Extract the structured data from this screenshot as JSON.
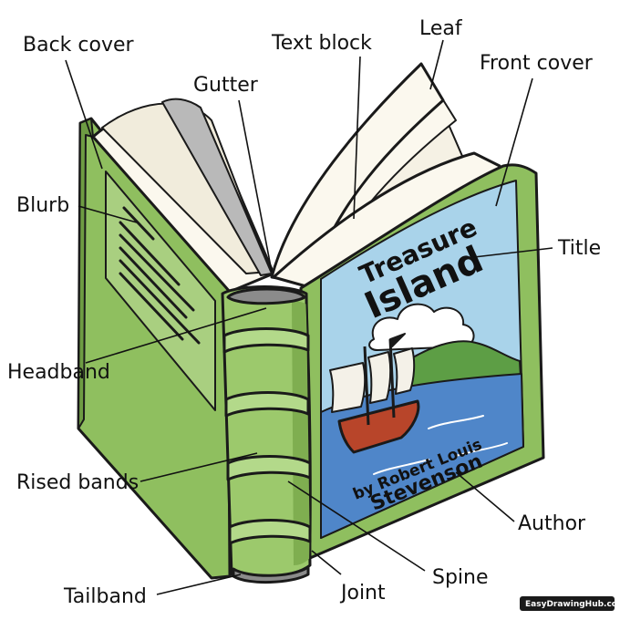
{
  "labels": {
    "back_cover": "Back cover",
    "text_block": "Text block",
    "leaf": "Leaf",
    "front_cover": "Front cover",
    "gutter": "Gutter",
    "blurb": "Blurb",
    "title": "Title",
    "headband": "Headband",
    "rised_bands": "Rised bands",
    "author": "Author",
    "spine": "Spine",
    "tailband": "Tailband",
    "joint": "Joint"
  },
  "cover": {
    "title_line1": "Treasure",
    "title_line2": "Island",
    "author_line1": "by Robert Louis",
    "author_line2": "Stevenson"
  },
  "watermark": "EasyDrawingHub.com",
  "colors": {
    "cover_green": "#8fbf5f",
    "cover_dark": "#6e9c43",
    "spine_green": "#9cc96c",
    "page_cream": "#fbf8ee",
    "sky_blue": "#a9d3ea",
    "sea_blue": "#4f86c9",
    "ship_red": "#b8452a",
    "sail_white": "#f4f1e8",
    "island_green": "#5d9e45"
  }
}
